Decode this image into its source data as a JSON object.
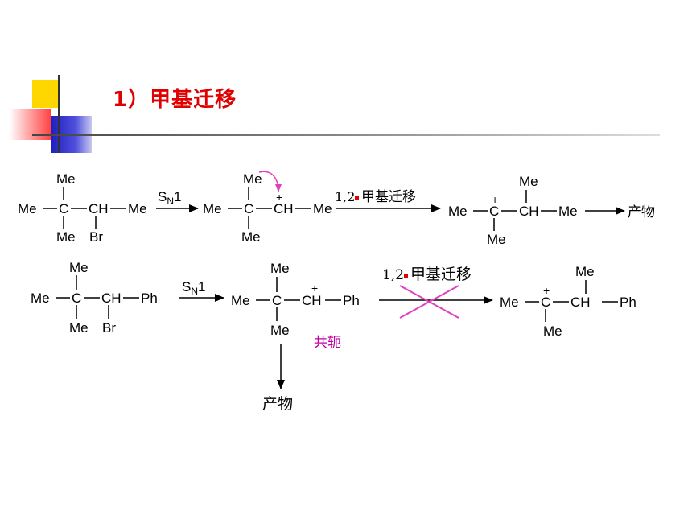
{
  "title": "1）甲基迁移",
  "colors": {
    "title": "#e00000",
    "curved_arrow": "#e040c0",
    "conj_label": "#c000a0",
    "cross": "#e040c0",
    "dot": "#e00000",
    "deco_yellow": "#ffd700",
    "deco_blue": "#3a3acc",
    "deco_red": "#ff6060"
  },
  "labels": {
    "Me": "Me",
    "C": "C",
    "CH": "CH",
    "Br": "Br",
    "Ph": "Ph",
    "plus": "+",
    "sn_S": "S",
    "sn_N": "N",
    "sn_1": "1",
    "shift_prefix": "1,2",
    "shift_name": "甲基迁移",
    "product": "产物",
    "conjugation": "共轭"
  }
}
